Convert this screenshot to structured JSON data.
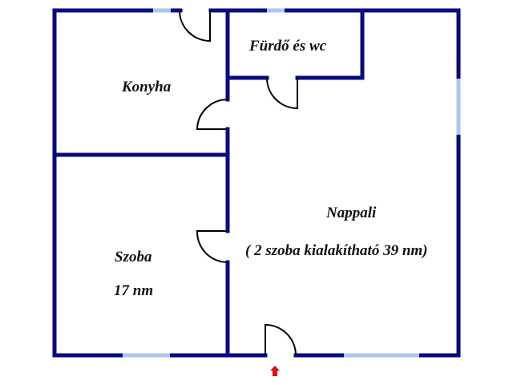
{
  "colors": {
    "wall": "#0a0a80",
    "window": "#a9c8ee",
    "door": "#000000",
    "entry_arrow": "#e01010",
    "background": "#ffffff"
  },
  "rooms": {
    "kitchen": {
      "name": "Konyha"
    },
    "bathroom": {
      "name": "Fürdő és wc"
    },
    "bedroom": {
      "name": "Szoba",
      "area": "17 nm"
    },
    "living": {
      "name": "Nappali",
      "note": "( 2 szoba kialakítható 39 nm)"
    }
  },
  "icons": {
    "entrance": "arrow-up-icon"
  }
}
